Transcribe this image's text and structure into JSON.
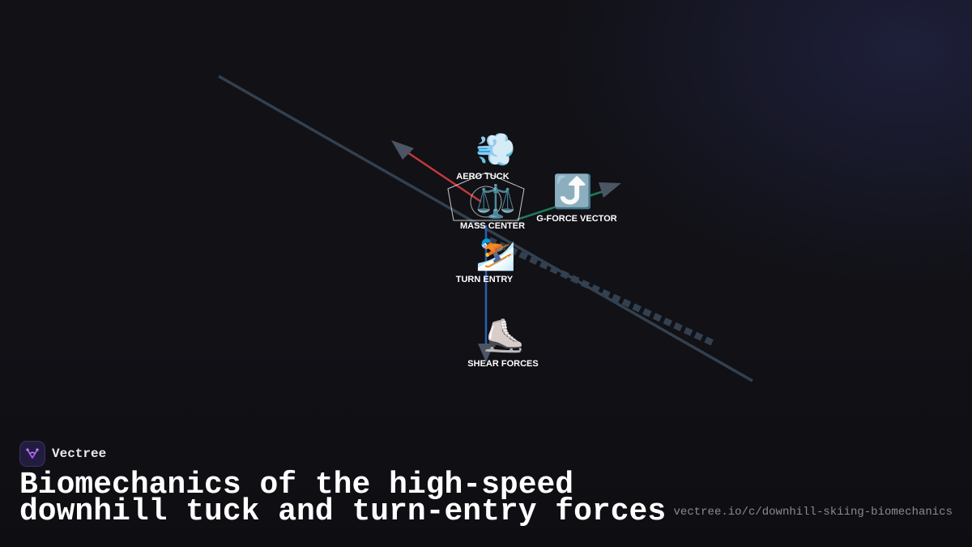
{
  "brand": {
    "name": "Vectree",
    "logo_icon": "vectree-tree-logo-icon",
    "accent_color": "#a855f7"
  },
  "title": {
    "line1": "Biomechanics of the high-speed",
    "line2": "downhill tuck and turn-entry forces"
  },
  "url": "vectree.io/c/downhill-skiing-biomechanics",
  "diagram": {
    "nodes": [
      {
        "id": "mass-center",
        "label": "MASS CENTER",
        "icon": "balance-scale-icon",
        "emoji": "⚖️"
      },
      {
        "id": "aero-tuck",
        "label": "AERO TUCK",
        "icon": "wind-gust-icon",
        "emoji": "💨"
      },
      {
        "id": "g-force-vector",
        "label": "G-FORCE VECTOR",
        "icon": "up-right-arrow-icon",
        "emoji": "⤴️"
      },
      {
        "id": "turn-entry",
        "label": "TURN ENTRY",
        "icon": "skier-icon",
        "emoji": "⛷️"
      },
      {
        "id": "shear-forces",
        "label": "SHEAR FORCES",
        "icon": "ski-boot-icon",
        "emoji": "⛸️"
      }
    ],
    "edge_colors": {
      "aero": "#c0393b",
      "gforce": "#1f7a5a",
      "turn": "#2a5fb0",
      "slope": "#33404f",
      "arrowhead": "#4b5563"
    }
  }
}
